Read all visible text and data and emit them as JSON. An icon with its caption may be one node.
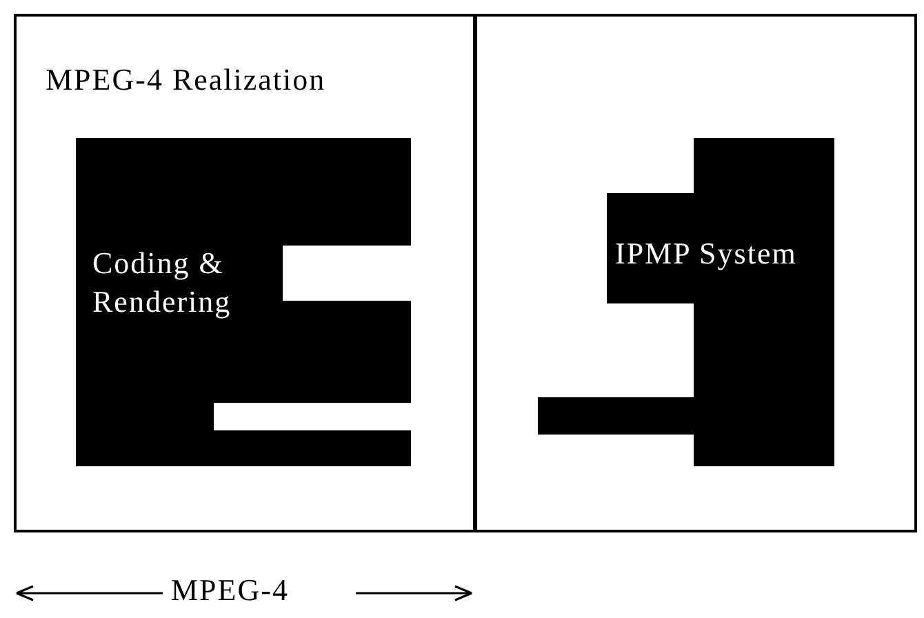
{
  "diagram": {
    "nodes": [
      {
        "text": [
          "MPEG-4 Realization"
        ]
      },
      {
        "text": [
          "Coding & Rendering"
        ],
        "in": 0
      },
      {
        "text": [
          "IPMP System"
        ]
      }
    ],
    "labels": [
      "MPEG-4"
    ]
  }
}
